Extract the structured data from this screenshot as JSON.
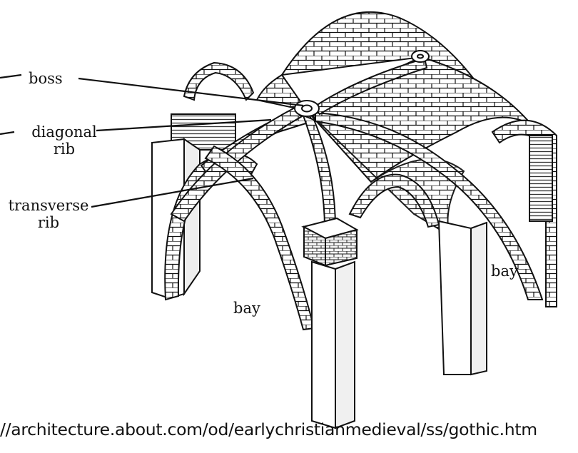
{
  "labels": {
    "boss": "boss",
    "diagonal_line1": "diagonal",
    "diagonal_line2": "rib",
    "transverse_line1": "transverse",
    "transverse_line2": "rib",
    "bay_left": "bay",
    "bay_right": "bay"
  },
  "source": "//architecture.about.com/od/earlychristianmedieval/ss/gothic.htm",
  "colors": {
    "ink": "#111111",
    "background": "#ffffff",
    "stone_fill": "#ffffff",
    "shadow_hatch": "#555555"
  }
}
